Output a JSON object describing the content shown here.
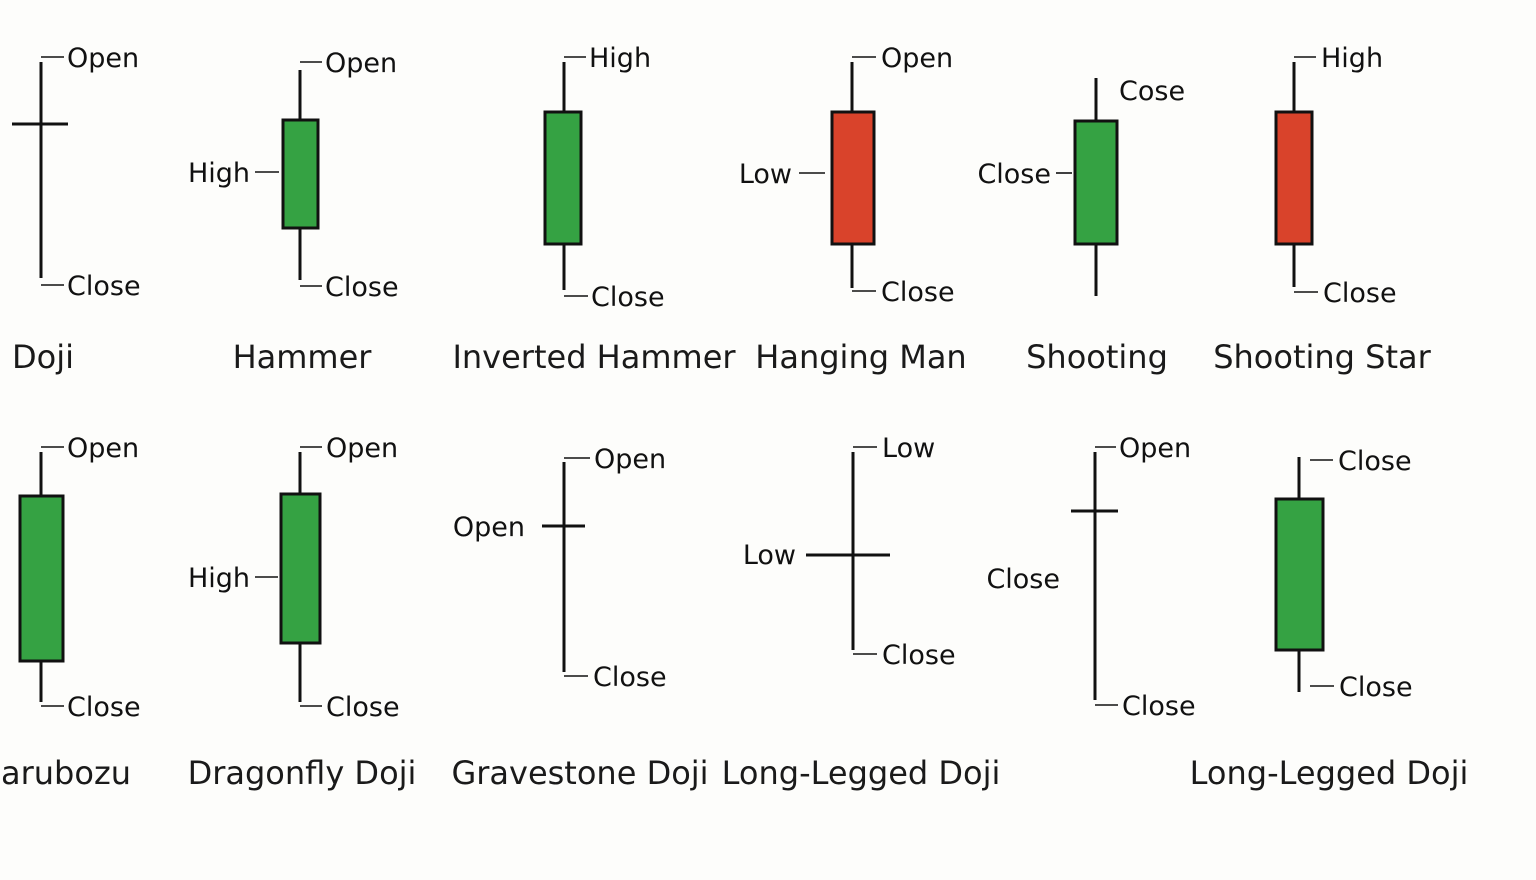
{
  "colors": {
    "bullish": "#35a243",
    "bearish": "#d9432b",
    "ink": "#111111",
    "background": "#fdfdfb"
  },
  "patterns": [
    {
      "name": "Doji",
      "body": "none",
      "labels": [
        "Open",
        "Close"
      ]
    },
    {
      "name": "Hammer",
      "body": "bullish",
      "labels": [
        "Open",
        "High",
        "Close"
      ]
    },
    {
      "name": "Inverted Hammer",
      "body": "bullish",
      "labels": [
        "High",
        "Close"
      ]
    },
    {
      "name": "Hanging Man",
      "body": "bearish",
      "labels": [
        "Open",
        "Low",
        "Close"
      ]
    },
    {
      "name": "Shooting",
      "body": "bullish",
      "labels": [
        "Cose",
        "Close"
      ]
    },
    {
      "name": "Shooting Star",
      "body": "bearish",
      "labels": [
        "High",
        "Close"
      ]
    },
    {
      "name": "arubozu",
      "body": "bullish",
      "labels": [
        "Open",
        "Close"
      ]
    },
    {
      "name": "Dragonfly Doji",
      "body": "bullish",
      "labels": [
        "Open",
        "High",
        "Close"
      ]
    },
    {
      "name": "Gravestone Doji",
      "body": "none",
      "labels": [
        "Open",
        "Open",
        "Close"
      ]
    },
    {
      "name": "Long-Legged Doji",
      "body": "none",
      "labels": [
        "Low",
        "Low",
        "Close"
      ]
    },
    {
      "name": "",
      "body": "none",
      "labels": [
        "Open",
        "Close",
        "Close"
      ]
    },
    {
      "name": "Long-Legged Doji",
      "body": "bullish",
      "labels": [
        "Close",
        "Close"
      ]
    }
  ]
}
